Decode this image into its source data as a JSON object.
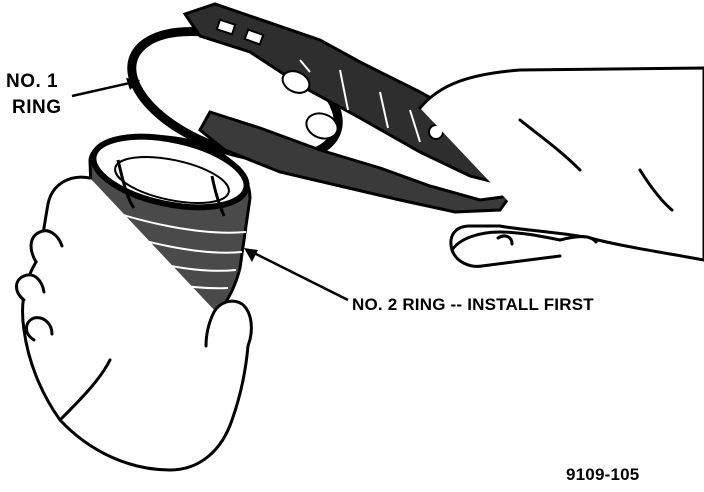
{
  "labels": {
    "no1_ring_line1": "NO. 1",
    "no1_ring_line2": "RING",
    "no2_ring": "NO. 2 RING -- INSTALL FIRST"
  },
  "figure_id": "9109-105",
  "colors": {
    "ink": "#000000",
    "paper": "#ffffff",
    "shade": "#3a3a3a"
  }
}
